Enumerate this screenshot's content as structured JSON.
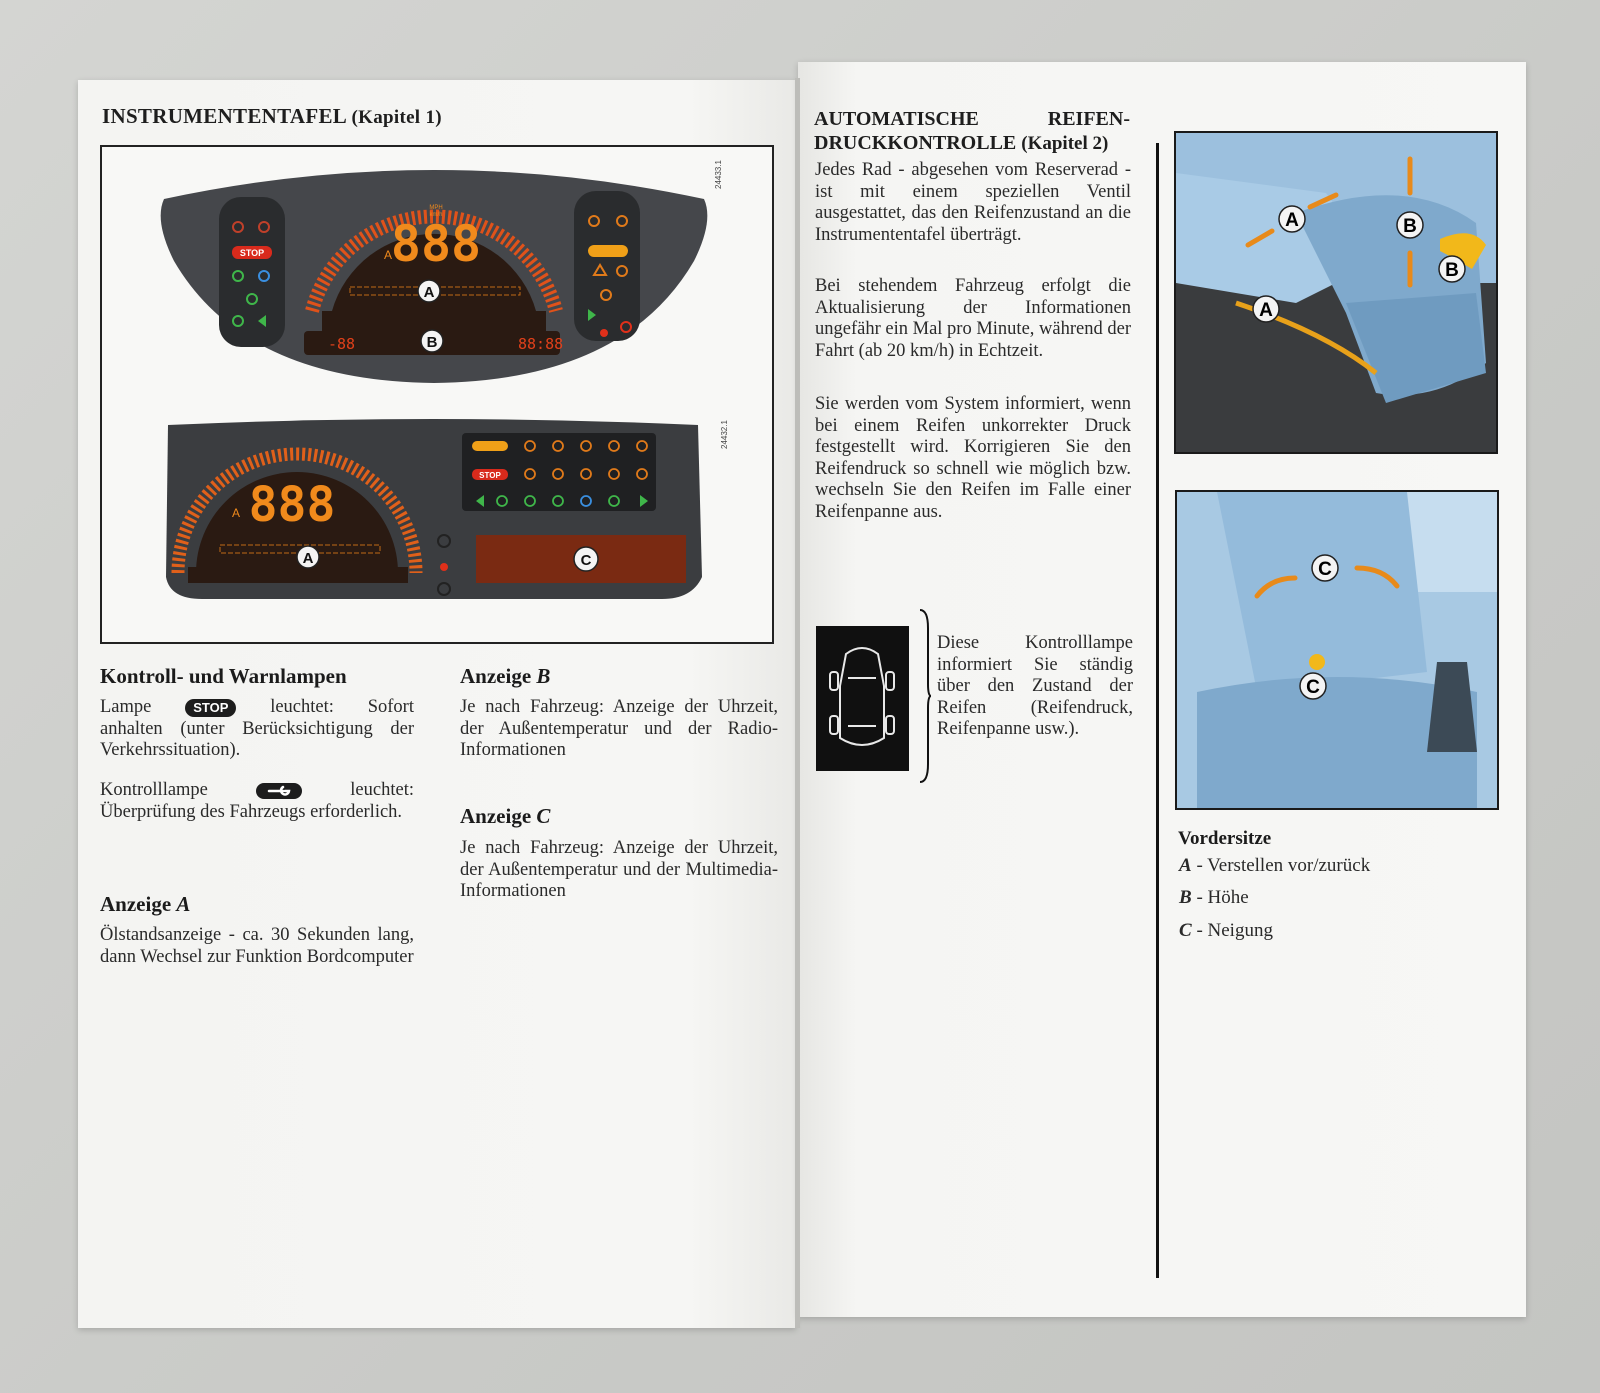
{
  "left_page": {
    "title": "INSTRUMENTENTAFEL",
    "title_chapter": "(Kapitel 1)",
    "figure_numbers": [
      "24433.1",
      "24432.1"
    ],
    "callouts": [
      "A",
      "B",
      "A",
      "C"
    ],
    "display_digits": "888",
    "speed_units": [
      "MPH",
      "km/h"
    ],
    "small_readouts": [
      "-88",
      "88:88"
    ],
    "stop_label": "STOP",
    "lamps_heading": "Kontroll- und Warnlampen",
    "lamp_stop": {
      "pre": "Lampe",
      "badge": "STOP",
      "post": "leuchtet:",
      "post2": "Sofort",
      "rest": "anhalten (unter Berücksichtigung der Verkehrssituation)."
    },
    "lamp_wrench": {
      "pre": "Kontrolllampe",
      "post": "leuchtet:",
      "rest": "Überprüfung des Fahrzeugs erforderlich."
    },
    "anzeige_a_heading_word": "Anzeige",
    "anzeige_a_letter": "A",
    "anzeige_a_text": "Ölstandsanzeige - ca. 30 Sekunden lang, dann Wechsel zur Funktion Bordcomputer",
    "anzeige_b_letter": "B",
    "anzeige_b_text": "Je nach Fahrzeug: Anzeige der Uhrzeit, der Außentemperatur und der Radio-Informationen",
    "anzeige_c_letter": "C",
    "anzeige_c_text": "Je nach Fahrzeug: Anzeige der Uhrzeit, der Außentemperatur und der Multimedia-Informationen"
  },
  "right_page": {
    "title_line1_a": "AUTOMATISCHE",
    "title_line1_b": "REIFEN-",
    "title_line2": "DRUCKKONTROLLE",
    "title_chapter": "(Kapitel 2)",
    "para1": "Jedes Rad - abgesehen vom Reserverad - ist mit einem speziellen Ventil ausgestattet, das den Reifenzustand an die Instrumententafel überträgt.",
    "para2": "Bei stehendem Fahrzeug erfolgt die Aktualisierung der Informationen ungefähr ein Mal pro Minute, während der Fahrt (ab 20 km/h) in Echtzeit.",
    "para3": "Sie werden vom System informiert, wenn bei einem Reifen unkorrekter Druck festgestellt wird. Korrigieren Sie den Reifendruck so schnell wie möglich bzw. wechseln Sie den Reifen im Falle einer Reifenpanne aus.",
    "lamp_note": "Diese Kontrolllampe informiert Sie ständig über den Zustand der Reifen (Reifendruck, Reifenpanne usw.).",
    "seat_callouts_top": [
      "A",
      "B",
      "B",
      "A"
    ],
    "seat_callouts_bottom": [
      "C",
      "C"
    ],
    "seats_heading": "Vordersitze",
    "legend": [
      {
        "letter": "A",
        "text": "- Verstellen vor/zurück"
      },
      {
        "letter": "B",
        "text": "- Höhe"
      },
      {
        "letter": "C",
        "text": "- Neigung"
      }
    ]
  },
  "colors": {
    "display_orange": "#f08a1c",
    "display_red": "#e0301a",
    "panel_dark": "#3b3d40",
    "seat_blue": "#8fb6d6"
  }
}
